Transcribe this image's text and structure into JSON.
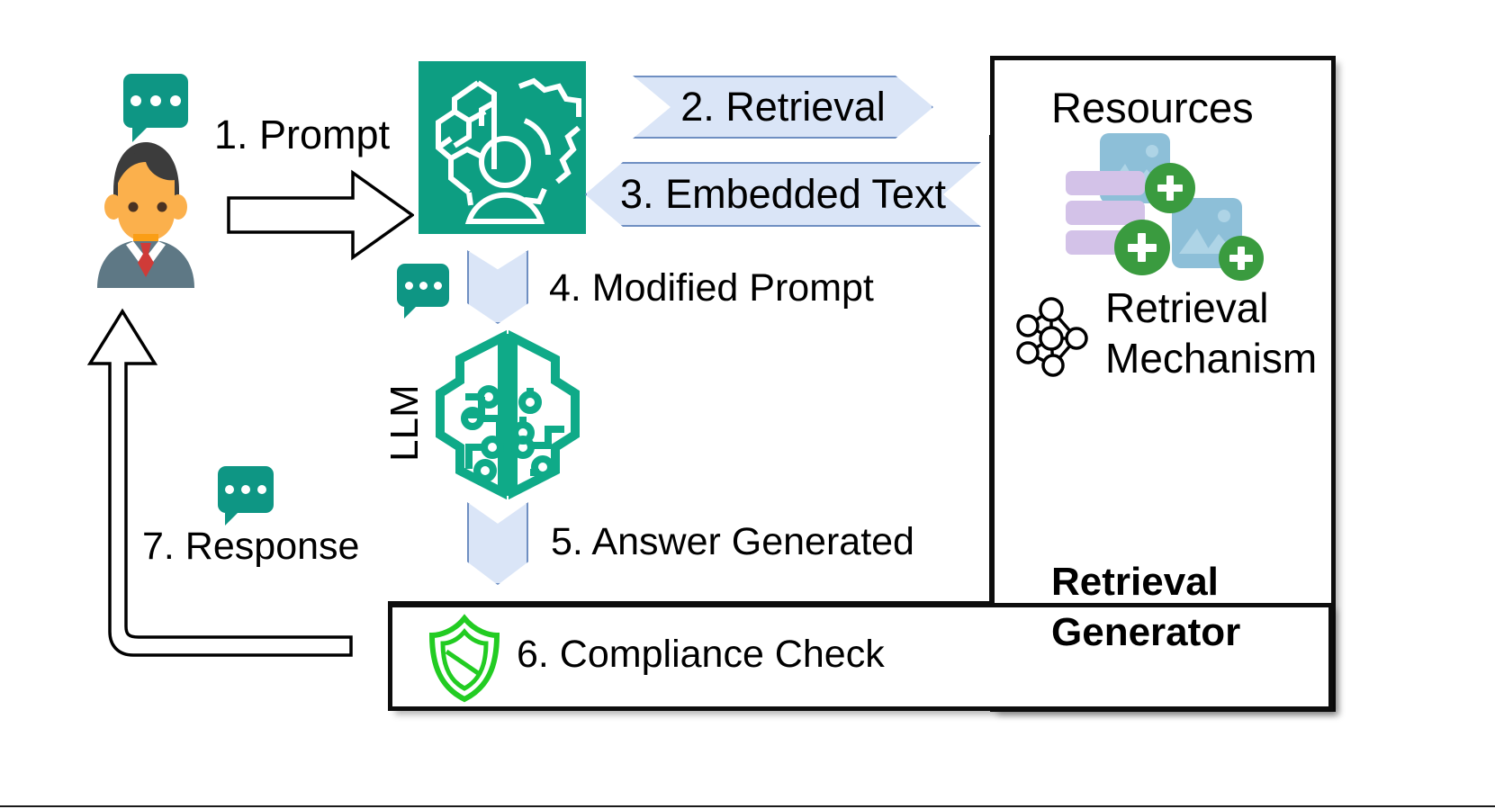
{
  "diagram": {
    "title_hidden": "Retrieval Augmented Generation pipeline",
    "steps": [
      {
        "id": "s1",
        "label": "1. Prompt"
      },
      {
        "id": "s2",
        "label": "2. Retrieval"
      },
      {
        "id": "s3",
        "label": "3. Embedded Text"
      },
      {
        "id": "s4",
        "label": "4. Modified Prompt"
      },
      {
        "id": "s5",
        "label": "5. Answer Generated"
      },
      {
        "id": "s6",
        "label": "6. Compliance Check"
      },
      {
        "id": "s7",
        "label": "7. Response"
      }
    ],
    "nodes": {
      "user": {
        "name": "user-avatar",
        "icon": "person-avatar-icon"
      },
      "assistant": {
        "name": "ai-assistant",
        "icon": "brain-gear-person-icon"
      },
      "llm": {
        "label": "LLM",
        "icon": "circuit-brain-icon"
      },
      "compliance": {
        "icon": "shield-icon"
      }
    },
    "panel": {
      "resources_label": "Resources",
      "retrieval_mechanism_label": "Retrieval\nMechanism",
      "retrieval_mechanism_line1": "Retrieval",
      "retrieval_mechanism_line2": "Mechanism",
      "panel_title_line1": "Retrieval",
      "panel_title_line2": "Generator",
      "resources_icon": "image-database-plus-icon",
      "mechanism_icon": "neural-network-graph-icon"
    },
    "colors": {
      "teal": "#0d9e82",
      "bubble_teal": "#0e9684",
      "chevron_fill": "#dae5f7",
      "chevron_border": "#6f8fc2",
      "shield_green": "#22cc22",
      "plus_green": "#3a9b3f",
      "thumb_blue": "#8dbfd8",
      "bar_purple": "#d3c2e8",
      "outline_black": "#0d0d0d",
      "suit_gray": "#5e7885",
      "skin": "#fbb04c",
      "hair": "#3c3c3c",
      "tie_red": "#cf3b38"
    }
  }
}
